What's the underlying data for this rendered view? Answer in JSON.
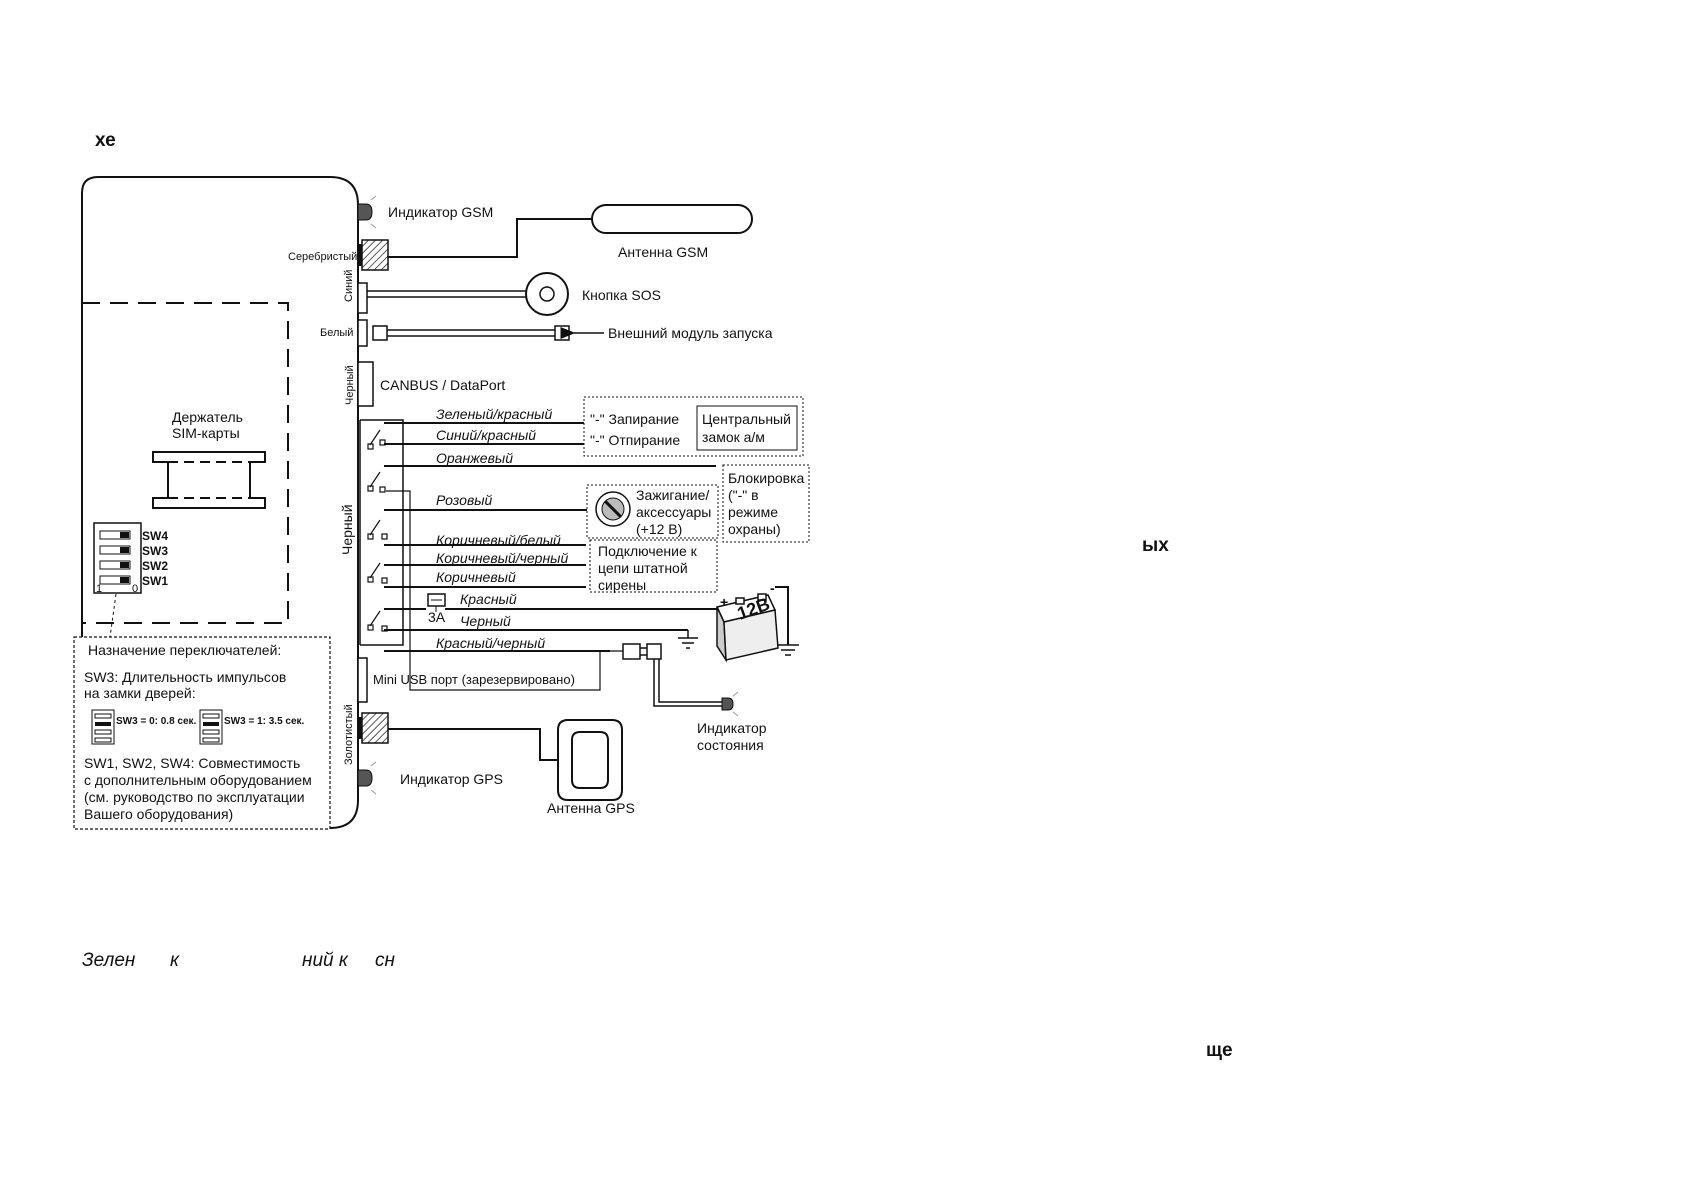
{
  "fragments": {
    "top_left": "хе",
    "right_mid": "ых",
    "right_low": "ще",
    "bottom_1": "Зелен",
    "bottom_2": "к",
    "bottom_3": "ний к",
    "bottom_4": "сн"
  },
  "device": {
    "sim_holder_line1": "Держатель",
    "sim_holder_line2": "SIM-карты",
    "switches": [
      "SW4",
      "SW3",
      "SW2",
      "SW1"
    ],
    "switch_scale_left": "1",
    "switch_scale_right": "0"
  },
  "connectors": {
    "silver": "Серебристый",
    "blue": "Синий",
    "white": "Белый",
    "black_canbus": "Черный",
    "black_main": "Черный",
    "gold": "Золотистый"
  },
  "components": {
    "gsm_indicator": "Индикатор GSM",
    "gsm_antenna": "Антенна GSM",
    "sos_button": "Кнопка SOS",
    "ext_start_module": "Внешний модуль запуска",
    "canbus": "CANBUS / DataPort",
    "mini_usb": "Mini USB порт (зарезервировано)",
    "gps_indicator": "Индикатор GPS",
    "gps_antenna": "Антенна GPS",
    "status_indicator_line1": "Индикатор",
    "status_indicator_line2": "состояния",
    "fuse": "3А",
    "battery": "12В",
    "battery_plus": "+",
    "battery_minus": "-"
  },
  "wires": {
    "green_red": "Зеленый/красный",
    "blue_red": "Синий/красный",
    "orange": "Оранжевый",
    "pink": "Розовый",
    "brown_white": "Коричневый/белый",
    "brown_black": "Коричневый/черный",
    "brown": "Коричневый",
    "red": "Красный",
    "black": "Черный",
    "red_black": "Красный/черный"
  },
  "boxes": {
    "lock": "\"-\" Запирание",
    "unlock": "\"-\" Отпирание",
    "central_lock_line1": "Центральный",
    "central_lock_line2": "замок а/м",
    "block_lines": [
      "Блокировка",
      "(\"-\" в",
      "режиме",
      "охраны)"
    ],
    "ignition_lines": [
      "Зажигание/",
      "аксессуары",
      "(+12 В)"
    ],
    "siren_lines": [
      "Подключение к",
      "цепи штатной",
      "сирены"
    ]
  },
  "switch_notes": {
    "title": "Назначение переключателей:",
    "sw3_line1": "SW3: Длительность импульсов",
    "sw3_line2": "на замки дверей:",
    "sw3_opt0": "SW3 = 0: 0.8 сек.",
    "sw3_opt1": "SW3 = 1: 3.5 сек.",
    "other_lines": [
      "SW1, SW2, SW4: Совместимость",
      "с дополнительным оборудованием",
      "(см. руководство по эксплуатации",
      "Вашего оборудования)"
    ]
  }
}
